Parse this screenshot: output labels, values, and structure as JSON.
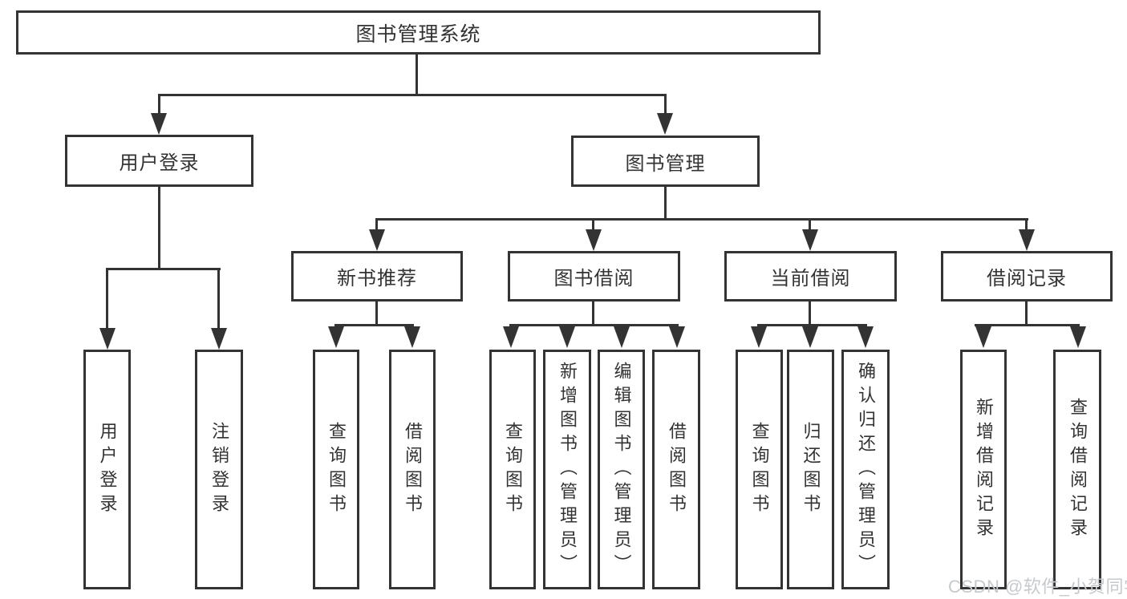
{
  "colors": {
    "line": "#333333",
    "box-fill": "#ffffff",
    "text": "#333333",
    "watermark": "#c6cacd"
  },
  "tree": {
    "root": "图书管理系统",
    "branches": [
      {
        "label": "用户登录",
        "children": [
          "用户登录",
          "注销登录"
        ]
      },
      {
        "label": "图书管理",
        "children": [
          {
            "label": "新书推荐",
            "children": [
              "查询图书",
              "借阅图书"
            ]
          },
          {
            "label": "图书借阅",
            "children": [
              "查询图书",
              "新增图书（管理员）",
              "编辑图书（管理员）",
              "借阅图书"
            ]
          },
          {
            "label": "当前借阅",
            "children": [
              "查询图书",
              "归还图书",
              "确认归还（管理员）"
            ]
          },
          {
            "label": "借阅记录",
            "children": [
              "新增借阅记录",
              "查询借阅记录"
            ]
          }
        ]
      }
    ]
  },
  "watermark": {
    "text": "CSDN @软件_小贺同学"
  }
}
